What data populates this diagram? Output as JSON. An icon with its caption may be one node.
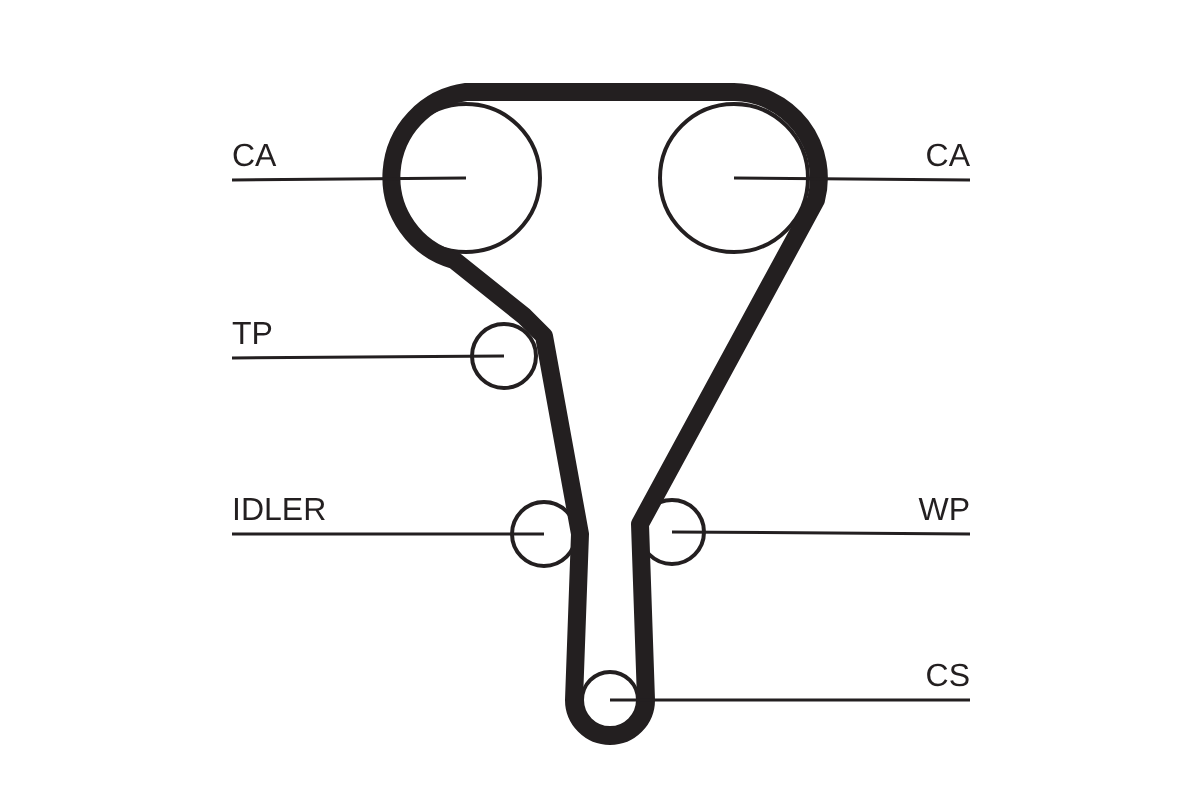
{
  "diagram": {
    "nodes": [
      {
        "text": [
          "CA"
        ]
      },
      {
        "text": [],
        "shape": "circle"
      },
      {
        "text": [
          "CA"
        ]
      },
      {
        "text": [],
        "shape": "circle"
      },
      {
        "text": [
          "TP"
        ]
      },
      {
        "text": [],
        "shape": "circle"
      },
      {
        "text": [
          "IDLER"
        ]
      },
      {
        "text": [],
        "shape": "circle"
      },
      {
        "text": [
          "WP"
        ]
      },
      {
        "text": [],
        "shape": "circle"
      },
      {
        "text": [
          "CS"
        ]
      },
      {
        "text": [],
        "shape": "circle"
      }
    ],
    "edges": [
      {
        "from": 0,
        "to": 1,
        "arrow": "none"
      },
      {
        "from": 2,
        "to": 3,
        "arrow": "none"
      },
      {
        "from": 4,
        "to": 5,
        "arrow": "none"
      },
      {
        "from": 6,
        "to": 7,
        "arrow": "none"
      },
      {
        "from": 8,
        "to": 9,
        "arrow": "none"
      },
      {
        "from": 10,
        "to": 11,
        "arrow": "none"
      }
    ]
  }
}
